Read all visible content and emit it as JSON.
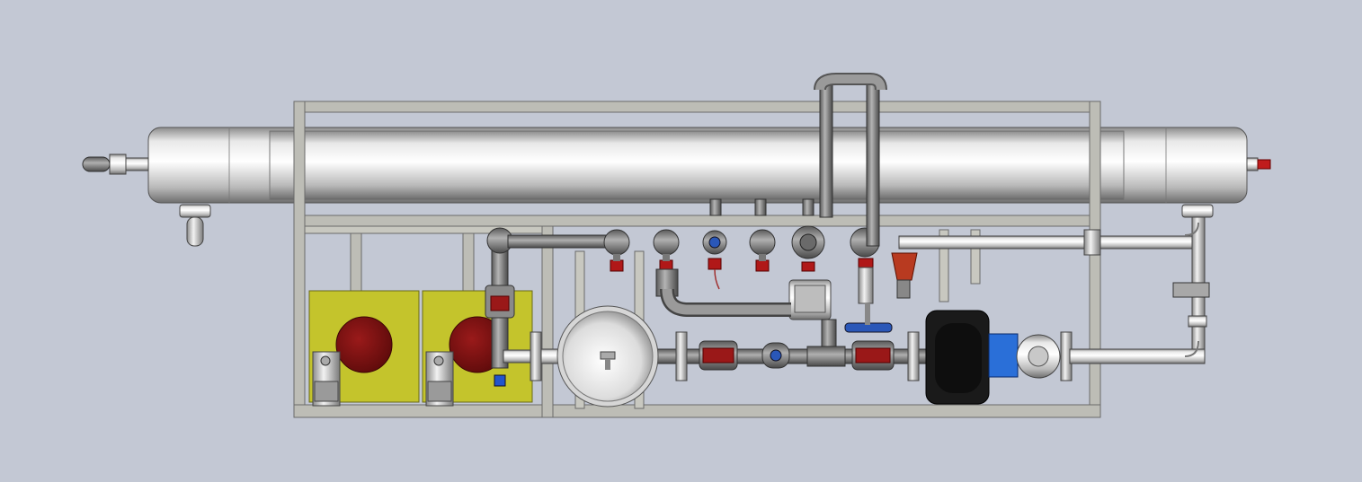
{
  "colors": {
    "background": "#c3c8d4",
    "frame": "#b8b8b0",
    "steel": "#d8d8d8",
    "pvc": "#8a8a8a",
    "dosing_tank": "#c2c22c",
    "tank_disk": "#7e1212",
    "valve_red": "#9a1818",
    "motor": "#1a1a1a",
    "motor_coupling": "#2a6fd8",
    "gauge_blue": "#2a57b8"
  },
  "icons": {
    "membrane_vessel": "pressure-vessel-icon",
    "dosing_tank": "tank-icon",
    "filter": "cartridge-filter-icon",
    "valve": "butterfly-valve-icon",
    "pump": "pump-motor-icon"
  },
  "counts": {
    "dosing_tanks": 2,
    "manifold_valves": 6,
    "line_valves": 2
  }
}
